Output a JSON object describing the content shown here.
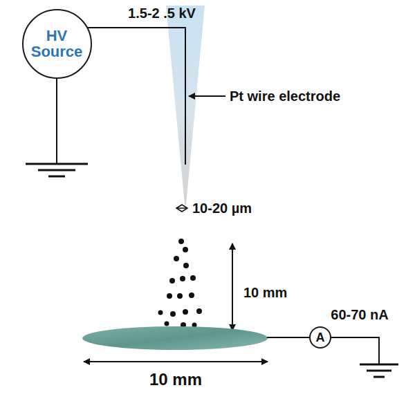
{
  "diagram": {
    "nodes": [
      {
        "text": [
          "HV Source"
        ]
      },
      {
        "text": [
          "A"
        ]
      }
    ],
    "labels": [
      "1.5-2 .5 kV",
      "Pt wire electrode",
      "10-20 µm",
      "10 mm",
      "60-70 nA",
      "10 mm"
    ]
  }
}
